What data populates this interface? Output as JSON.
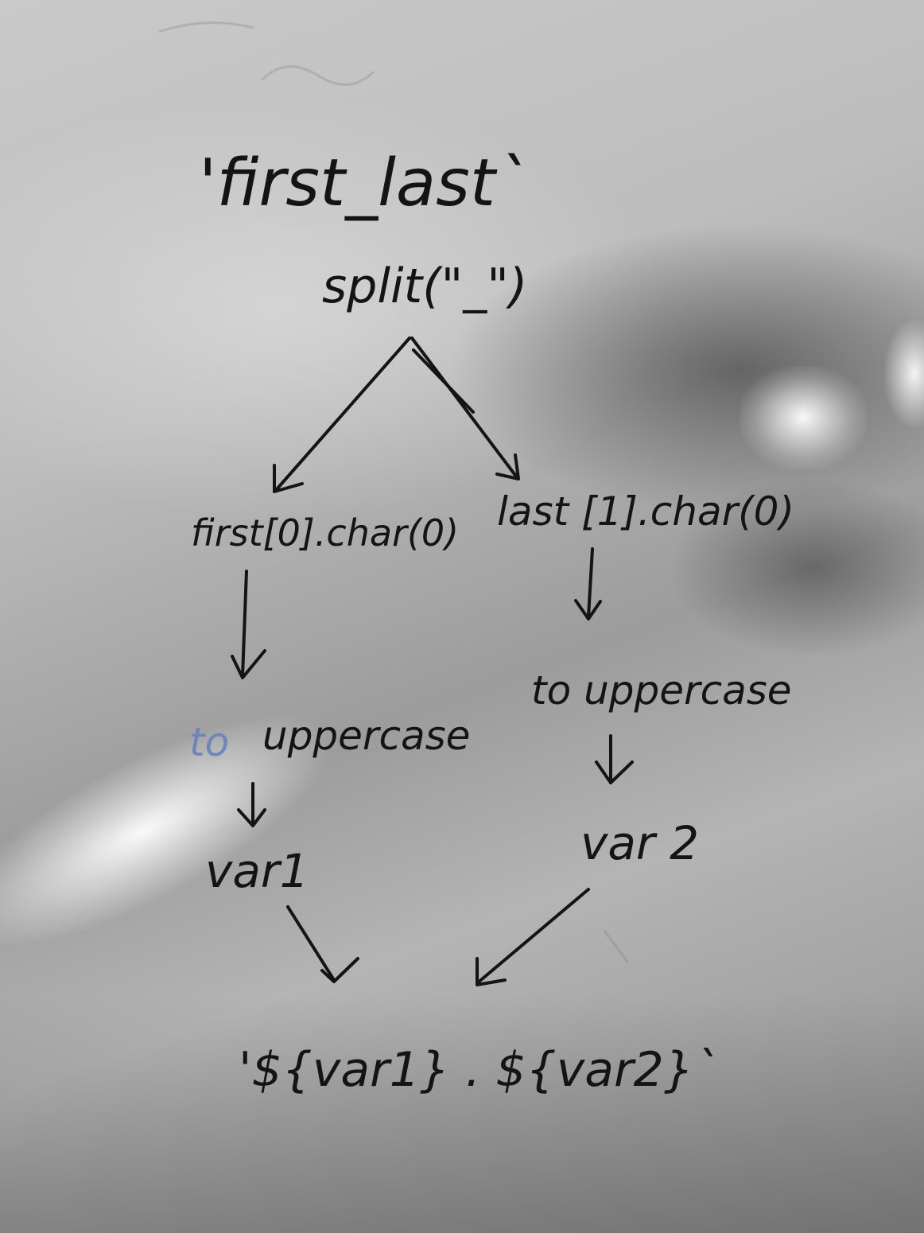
{
  "diagram": {
    "input": "'first_last`",
    "split": "split(\"_\")",
    "left_branch": {
      "access": "first[0].char(0)",
      "transform_prefix": "to",
      "transform_suffix": "uppercase",
      "variable": "var1"
    },
    "right_branch": {
      "access": "last [1].char(0)",
      "transform": "to uppercase",
      "variable": "var 2"
    },
    "output": "'${var1} . ${var2}`"
  }
}
